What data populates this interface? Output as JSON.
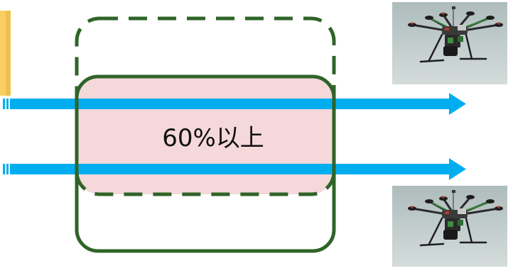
{
  "overlap": {
    "label": "60%以上"
  },
  "colors": {
    "background": "#ffffff",
    "frame_outline": "#2f6428",
    "overlap_fill": "#f4d8da",
    "flight_arrow": "#00aeef",
    "side_bar": "#f8cf63",
    "sky": "#c4d0d0"
  },
  "icons": {
    "drone_top": "hexacopter-drone-photo",
    "drone_bottom": "hexacopter-drone-photo"
  }
}
